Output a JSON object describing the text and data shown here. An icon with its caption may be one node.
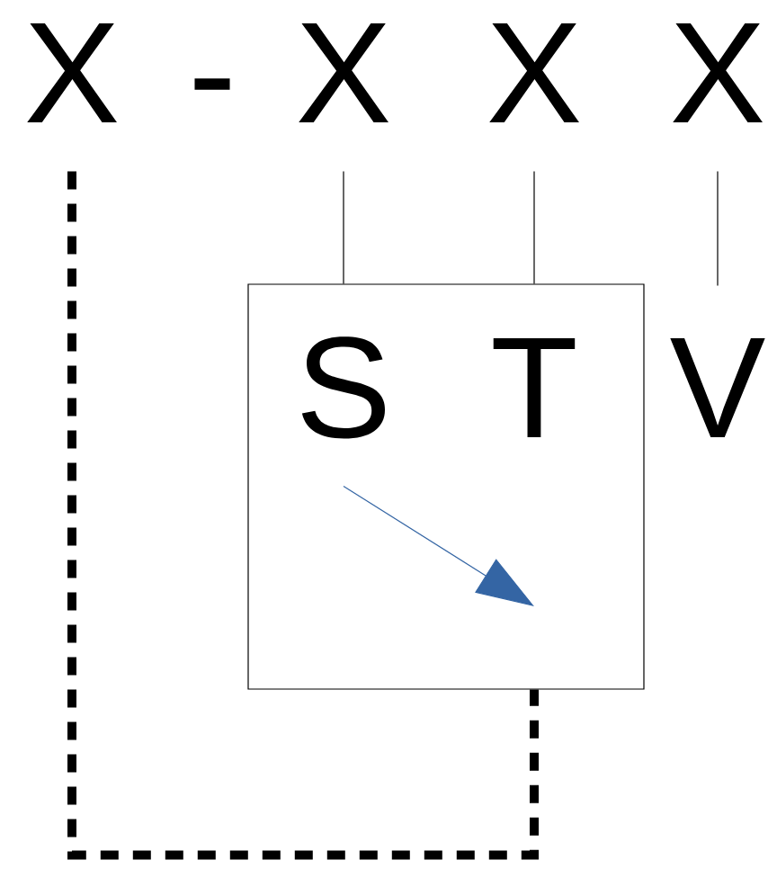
{
  "diagram": {
    "nodes": [
      {
        "text": [
          "X"
        ]
      },
      {
        "text": [
          "X"
        ]
      },
      {
        "text": [
          "X"
        ]
      },
      {
        "text": [
          "X"
        ]
      },
      {
        "text": [],
        "shape": "box"
      },
      {
        "text": [
          "S"
        ],
        "in": 4
      },
      {
        "text": [
          "T"
        ],
        "in": 4
      },
      {
        "text": [
          "V"
        ]
      }
    ],
    "edges": [
      {
        "from": 1,
        "to": 4,
        "arrow": "none"
      },
      {
        "from": 2,
        "to": 4,
        "arrow": "none"
      },
      {
        "from": 3,
        "to": 7,
        "arrow": "none"
      },
      {
        "from": 0,
        "to": 4,
        "arrow": "none",
        "style": "dashed"
      },
      {
        "from": 5,
        "to": null,
        "arrow": "to",
        "color": "#3465a4"
      }
    ],
    "labels": [
      "-"
    ]
  }
}
